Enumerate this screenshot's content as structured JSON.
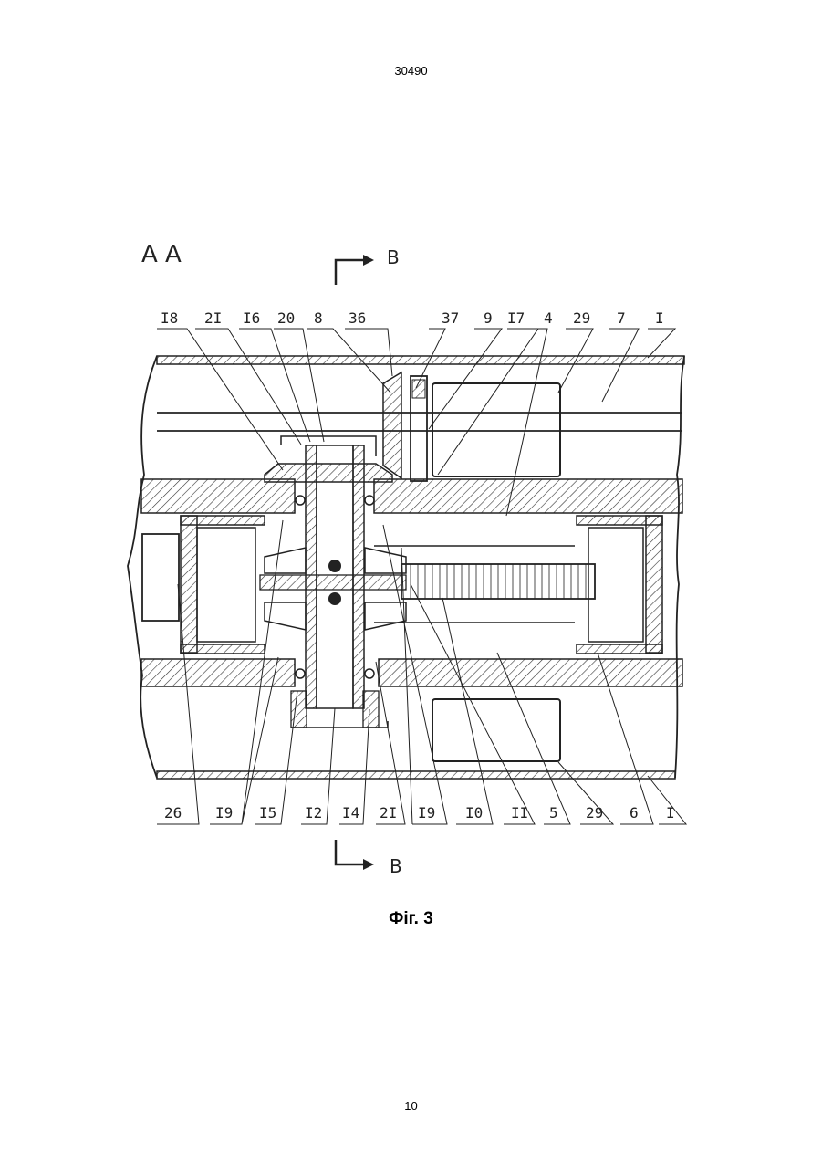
{
  "header": {
    "doc_number": "30490"
  },
  "figure": {
    "view_label": "A A",
    "section_marker_top": "B",
    "section_marker_bottom": "B",
    "caption": "Фіг. 3",
    "top_labels": [
      "I8",
      "2I",
      "I6",
      "20",
      "8",
      "36",
      "37",
      "9",
      "I7",
      "4",
      "29",
      "7",
      "I"
    ],
    "bottom_labels": [
      "26",
      "I9",
      "I5",
      "I2",
      "I4",
      "2I",
      "I9",
      "I0",
      "II",
      "5",
      "29",
      "6",
      "I"
    ]
  },
  "footer": {
    "page_number": "10"
  }
}
